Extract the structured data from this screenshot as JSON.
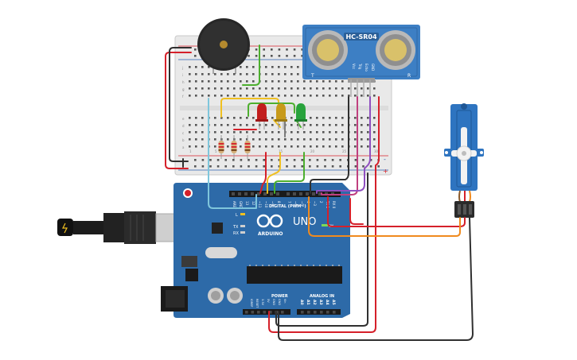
{
  "sensor": {
    "model": "HC-SR04",
    "pins": [
      "Vcc",
      "Trig",
      "Echo",
      "GND"
    ],
    "side_left": "T",
    "side_right": "R"
  },
  "arduino": {
    "brand": "ARDUINO",
    "model": "UNO",
    "digital_label": "DIGITAL (PWM~)",
    "power_label": "POWER",
    "analog_label": "ANALOG IN",
    "on_label": "ON",
    "led_labels": [
      "L",
      "TX",
      "RX"
    ],
    "digital_pins": [
      "AREF",
      "GND",
      "13",
      "12",
      "~11",
      "~10",
      "~9",
      "8",
      "7",
      "~6",
      "~5",
      "4",
      "~3",
      "2",
      "TX 1",
      "RX 0"
    ],
    "power_pins": [
      "IOREF",
      "RESET",
      "3.3V",
      "5V",
      "GND",
      "GND",
      "Vin"
    ],
    "analog_pins": [
      "A0",
      "A1",
      "A2",
      "A3",
      "A4",
      "A5"
    ]
  },
  "breadboard": {
    "row_letters_top": [
      "j",
      "i",
      "h",
      "g",
      "f"
    ],
    "row_letters_bottom": [
      "e",
      "d",
      "c",
      "b",
      "a"
    ],
    "column_numbers": [
      "1",
      "5",
      "10",
      "15",
      "20",
      "25",
      "30"
    ],
    "rail_signs": [
      "-",
      "+"
    ]
  },
  "colors": {
    "breadboard": "#e9e9e9",
    "arduino": "#2d6aa8",
    "sensor": "#3d7fc4",
    "servo": "#2e74c0",
    "wire_red": "#d5202a",
    "wire_black": "#303030",
    "wire_green": "#4caf2e",
    "wire_yellow": "#f0c020",
    "wire_orange": "#f08a1e",
    "wire_purple": "#8f4fc0",
    "wire_pink": "#c0407f",
    "wire_cyan": "#7fc6dc",
    "led_red": "#c21d1d",
    "led_yellow": "#c79a1a",
    "led_green": "#28a33c"
  },
  "icons": [
    "usb-cable-icon",
    "buzzer-icon",
    "servo-icon",
    "arduino-logo-icon"
  ]
}
